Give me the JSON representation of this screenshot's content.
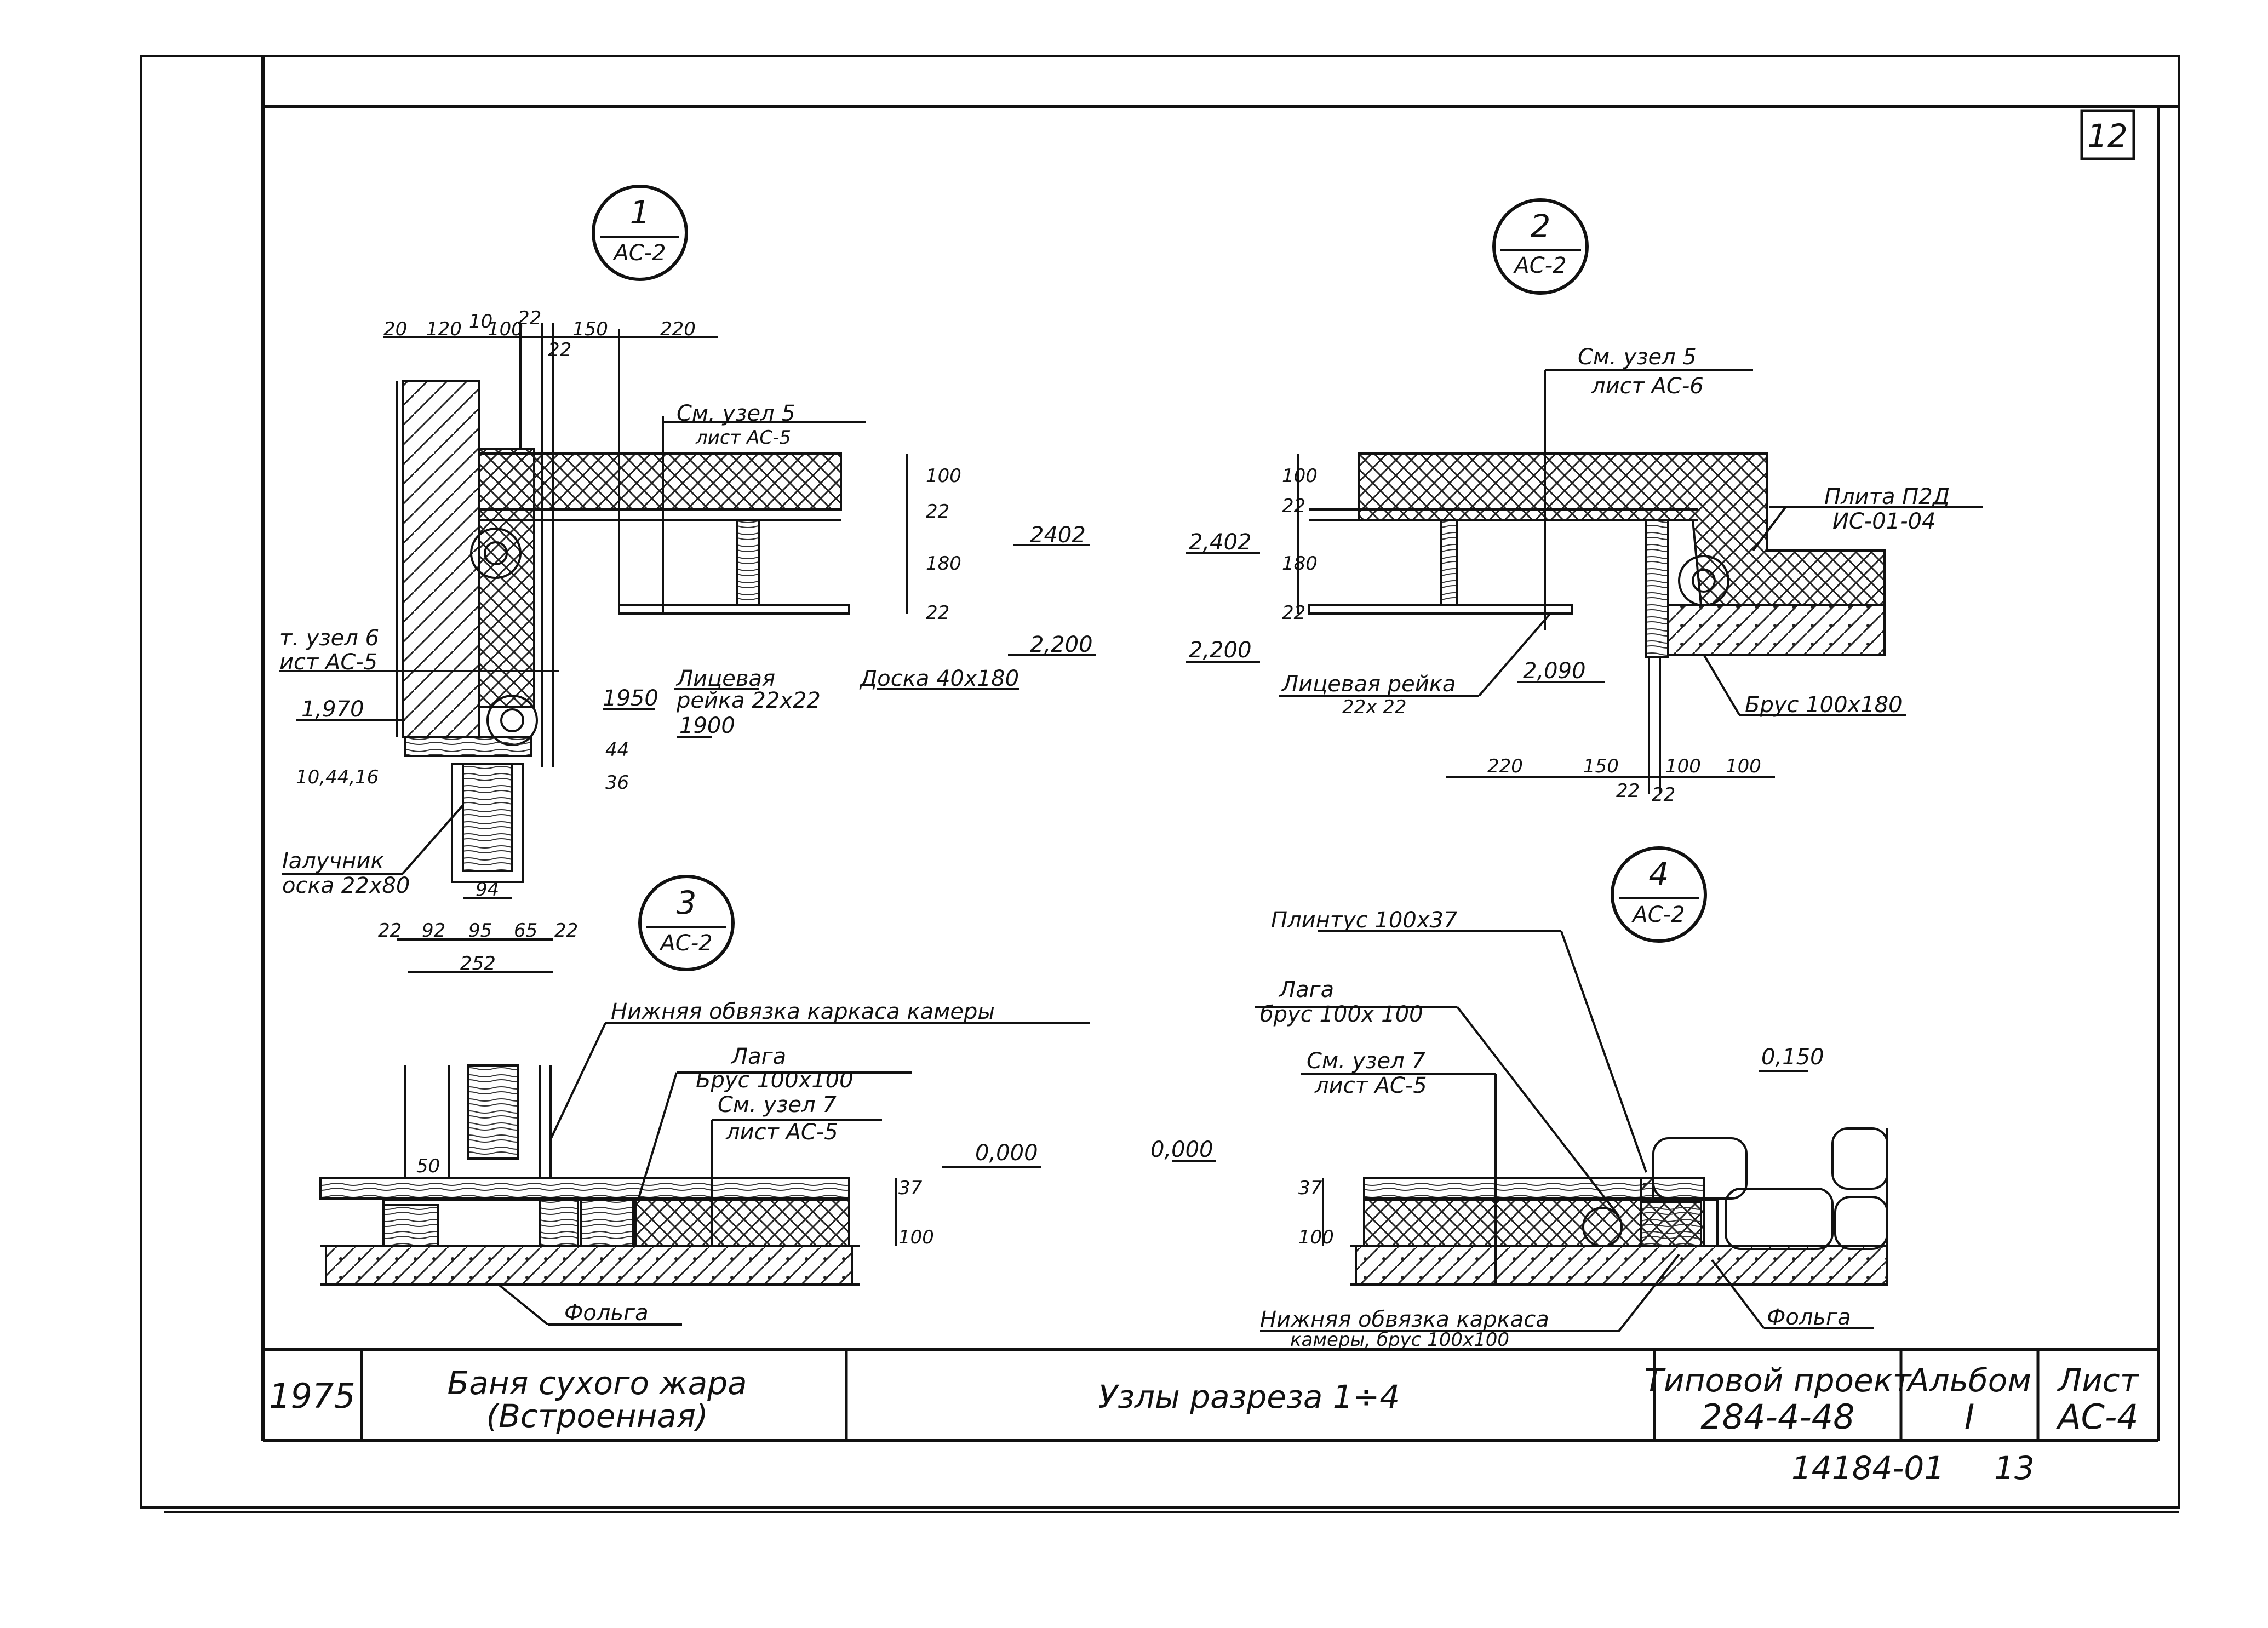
{
  "sheet_number": "12",
  "details": [
    {
      "id": "1",
      "ref": "АС-2"
    },
    {
      "id": "2",
      "ref": "АС-2"
    },
    {
      "id": "3",
      "ref": "АС-2"
    },
    {
      "id": "4",
      "ref": "АС-2"
    }
  ],
  "detail1": {
    "top_dims": [
      "20",
      "120",
      "10",
      "100",
      "22",
      "150",
      "220"
    ],
    "dim_22_sub": "22",
    "ref_top_1": "См. узел 5",
    "ref_top_2": "лист АС-5",
    "ref_left_1": "т. узел 6",
    "ref_left_2": "ист АС-5",
    "right_dims": [
      "100",
      "22",
      "180",
      "22"
    ],
    "level_2402": "2402",
    "level_2200": "2,200",
    "level_1970": "1,970",
    "level_1950": "1950",
    "level_1900": "1900",
    "left_dim": "10,44,16",
    "small_44": "44",
    "small_36": "36",
    "label_facing_1": "Лицевая",
    "label_facing_2": "рейка 22х22",
    "label_board": "Доска 40х180",
    "label_platband_1": "Iалучник",
    "label_platband_2": "оска 22х80",
    "dim_94": "94",
    "bottom_dims": [
      "22",
      "92",
      "95",
      "65",
      "22"
    ],
    "dim_252": "252"
  },
  "detail2": {
    "ref_1": "См. узел 5",
    "ref_2": "лист АС-6",
    "left_dims": [
      "100",
      "22",
      "180",
      "22"
    ],
    "level_2402": "2,402",
    "level_2200": "2,200",
    "level_2090": "2,090",
    "label_slab_1": "Плита П2Д",
    "label_slab_2": "ИС-01-04",
    "label_facing_1": "Лицевая рейка",
    "label_facing_2": "22х 22",
    "label_beam": "Брус 100х180",
    "bottom_dims": [
      "220",
      "150",
      "100",
      "100"
    ],
    "bottom_sub": [
      "22",
      "22"
    ]
  },
  "detail3": {
    "label_frame": "Нижняя обвязка каркаса камеры",
    "label_joist_1": "Лага",
    "label_joist_2": "Брус 100х100",
    "ref_1": "См. узел 7",
    "ref_2": "лист АС-5",
    "level_0000": "0,000",
    "dims": [
      "100",
      "37"
    ],
    "dim_50": "50",
    "label_foil": "Фольга"
  },
  "detail4": {
    "label_plinth": "Плинтус  100х37",
    "label_joist_1": "Лага",
    "label_joist_2": "брус  100х 100",
    "ref_1": "См. узел 7",
    "ref_2": "лист АС-5",
    "level_0150": "0,150",
    "level_0000": "0,000",
    "dims": [
      "100",
      "37"
    ],
    "label_frame_1": "Нижняя обвязка каркаса",
    "label_frame_2": "камеры, брус  100х100",
    "label_foil": "Фольга"
  },
  "title_block": {
    "year": "1975",
    "name_1": "Баня сухого жара",
    "name_2": "(Встроенная)",
    "subject": "Узлы     разреза    1÷4",
    "project_label": "Типовой проект",
    "project_number": "284-4-48",
    "album_label": "Альбом",
    "album_value": "I",
    "sheet_label": "Лист",
    "sheet_value": "АС-4"
  },
  "footer": {
    "archive_number": "14184-01",
    "page": "13"
  }
}
